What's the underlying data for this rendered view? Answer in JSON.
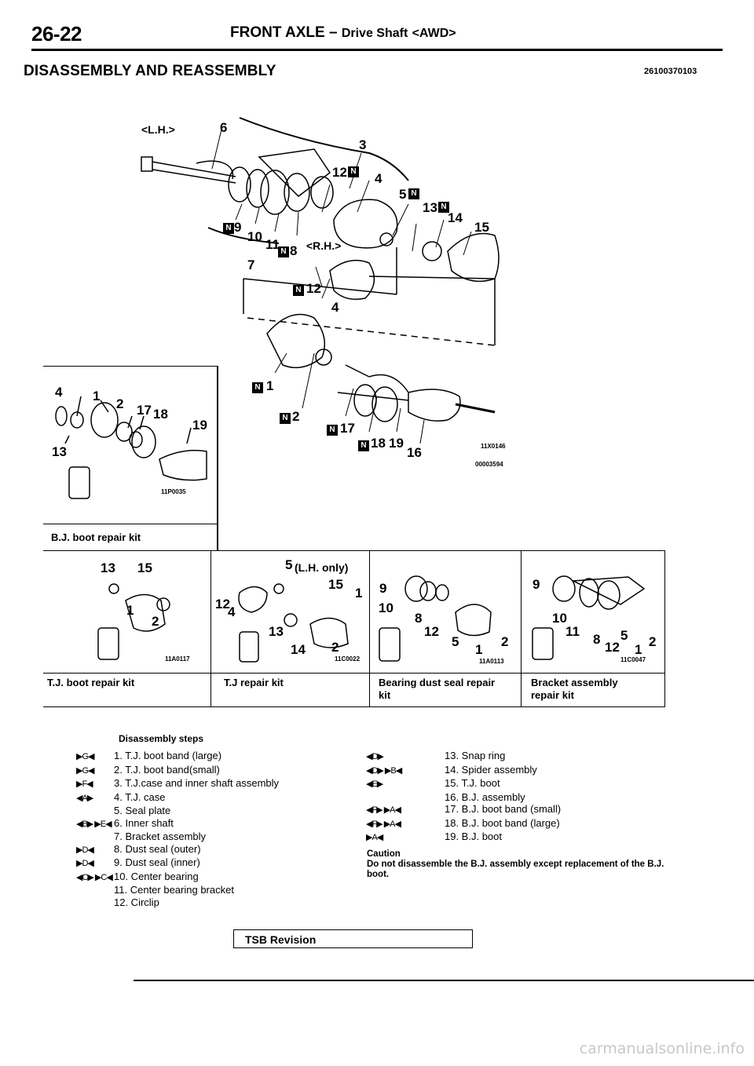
{
  "header": {
    "page_number": "26-22",
    "title": "FRONT AXLE",
    "dash": "–",
    "subtitle": "Drive Shaft",
    "subtitle_variant": "<AWD>"
  },
  "section": {
    "title": "DISASSEMBLY AND REASSEMBLY",
    "code": "26100370103"
  },
  "diagram": {
    "lh_label": "<L.H.>",
    "rh_label": "<R.H.>",
    "codes": [
      "11X0146",
      "00003594"
    ],
    "callouts": [
      "6",
      "3",
      "12",
      "4",
      "5",
      "13",
      "14",
      "15",
      "9",
      "10",
      "11",
      "8",
      "7",
      "12",
      "4",
      "1",
      "2",
      "17",
      "18",
      "19",
      "16"
    ],
    "new_part_mark": "N"
  },
  "kits": {
    "bj_boot": {
      "caption": "B.J. boot repair kit",
      "code": "11P0035",
      "callouts": [
        "4",
        "1",
        "2",
        "17",
        "18",
        "19",
        "13"
      ]
    },
    "tj_boot": {
      "caption": "T.J. boot repair kit",
      "code": "11A0117",
      "callouts": [
        "13",
        "15",
        "1",
        "2"
      ]
    },
    "tj": {
      "caption": "T.J repair kit",
      "note": "(L.H. only)",
      "code": "11C0022",
      "callouts": [
        "5",
        "15",
        "1",
        "12",
        "4",
        "13",
        "14",
        "2"
      ]
    },
    "bearing_seal": {
      "caption": "Bearing dust seal repair kit",
      "code": "11A0113",
      "callouts": [
        "9",
        "10",
        "8",
        "12",
        "5",
        "1",
        "2"
      ]
    },
    "bracket": {
      "caption": "Bracket assembly repair kit",
      "code": "11C0047",
      "callouts": [
        "9",
        "10",
        "11",
        "8",
        "12",
        "5",
        "1",
        "2"
      ]
    }
  },
  "steps_title": "Disassembly steps",
  "steps_left": [
    {
      "sym": "▶G◀",
      "text": "1. T.J. boot band (large)"
    },
    {
      "sym": "▶G◀",
      "text": "2. T.J. boot band(small)"
    },
    {
      "sym": "▶F◀",
      "text": "3. T.J.case and inner shaft assembly"
    },
    {
      "sym": "◀A▶",
      "text": "4. T.J. case"
    },
    {
      "sym": "",
      "text": "5. Seal plate"
    },
    {
      "sym": "◀B▶ ▶E◀",
      "text": "6. Inner shaft"
    },
    {
      "sym": "",
      "text": "7. Bracket assembly"
    },
    {
      "sym": "▶D◀",
      "text": "8. Dust seal (outer)"
    },
    {
      "sym": "▶D◀",
      "text": "9. Dust seal (inner)"
    },
    {
      "sym": "◀C▶ ▶C◀",
      "text": "10. Center bearing"
    },
    {
      "sym": "",
      "text": "11. Center bearing bracket"
    },
    {
      "sym": "",
      "text": "12. Circlip"
    }
  ],
  "steps_right": [
    {
      "sym": "◀D▶",
      "text": "13. Snap ring"
    },
    {
      "sym": "◀D▶ ▶B◀",
      "text": "14. Spider assembly"
    },
    {
      "sym": "◀E▶",
      "text": "15. T.J. boot"
    },
    {
      "sym": "",
      "text": "16. B.J. assembly"
    },
    {
      "sym": "◀F▶ ▶A◀",
      "text": "17. B.J. boot band (small)"
    },
    {
      "sym": "◀F▶ ▶A◀",
      "text": "18. B.J. boot band (large)"
    },
    {
      "sym": "▶A◀",
      "text": "19. B.J. boot"
    }
  ],
  "caution": {
    "label": "Caution",
    "text": "Do not disassemble the B.J. assembly except replacement of the B.J. boot."
  },
  "tsb": "TSB Revision",
  "watermark": "carmanualsonline.info"
}
